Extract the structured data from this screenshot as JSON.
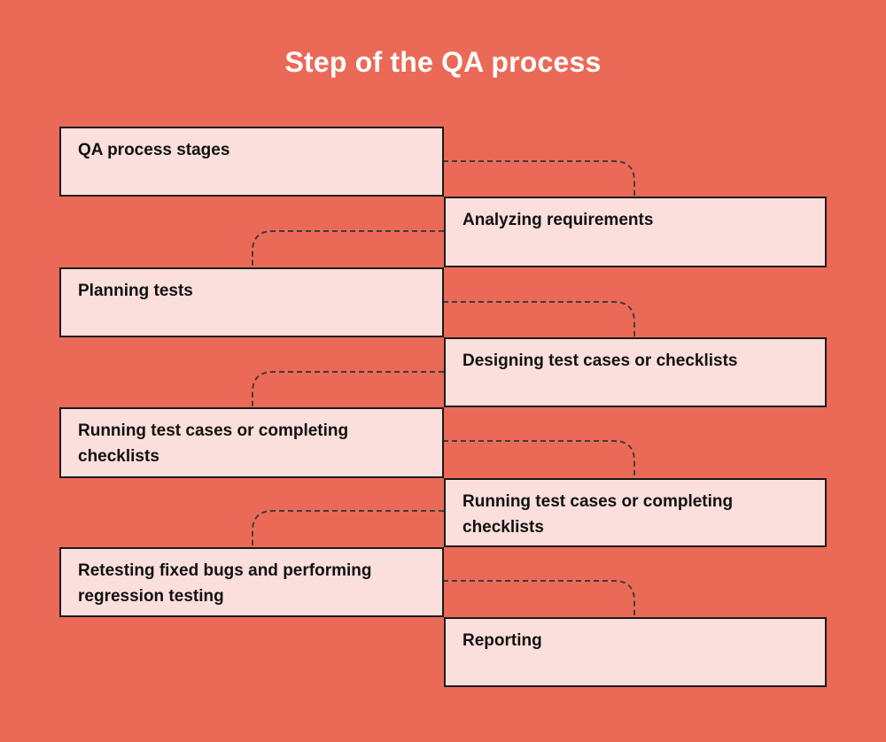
{
  "title": "Step of the QA process",
  "colors": {
    "background": "#EB6A57",
    "box_fill": "#FBDFDC",
    "box_border": "#1A1A1A",
    "box_text": "#111111",
    "title_text": "#FFFFFF",
    "connector": "#3D3D3D"
  },
  "boxes": [
    {
      "label": "QA process stages",
      "side": "left"
    },
    {
      "label": "Analyzing requirements",
      "side": "right"
    },
    {
      "label": "Planning tests",
      "side": "left"
    },
    {
      "label": "Designing test cases or checklists",
      "side": "right"
    },
    {
      "label": "Running test cases or completing checklists",
      "side": "left"
    },
    {
      "label": "Running test cases or completing checklists",
      "side": "right"
    },
    {
      "label": "Retesting fixed bugs and performing regression testing",
      "side": "left"
    },
    {
      "label": "Reporting",
      "side": "right"
    }
  ],
  "connections": [
    {
      "from": 0,
      "to": 1
    },
    {
      "from": 1,
      "to": 2
    },
    {
      "from": 2,
      "to": 3
    },
    {
      "from": 3,
      "to": 4
    },
    {
      "from": 4,
      "to": 5
    },
    {
      "from": 5,
      "to": 6
    },
    {
      "from": 6,
      "to": 7
    }
  ],
  "connector_style": "dashed"
}
